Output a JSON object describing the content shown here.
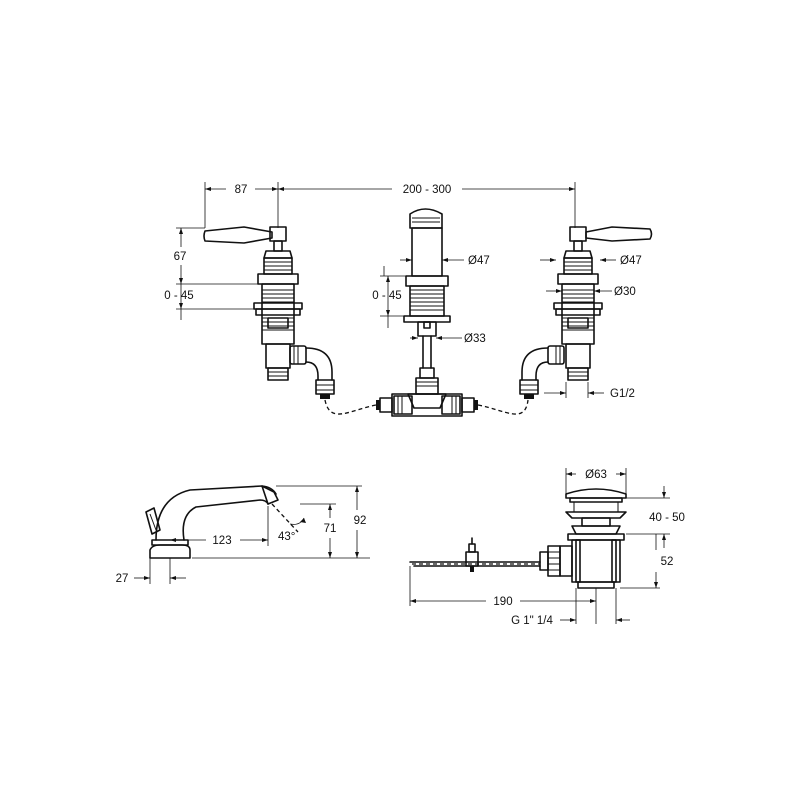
{
  "dimensions": {
    "left_handle_offset": "87",
    "spacing": "200 - 300",
    "handle_height": "67",
    "left_deck_range": "0 - 45",
    "spout_deck_range": "0 - 45",
    "spout_diameter": "Ø47",
    "right_diameter": "Ø47",
    "right_body_diameter": "Ø30",
    "spout_base_diameter": "Ø33",
    "thread": "G1/2",
    "spout_reach": "123",
    "spout_angle": "43°",
    "spout_outlet_height": "71",
    "spout_total_height": "92",
    "spout_base": "27",
    "waste_diameter": "Ø63",
    "waste_plug_range": "40 - 50",
    "waste_body_height": "52",
    "waste_rod_length": "190",
    "waste_thread": "G 1\" 1/4"
  }
}
